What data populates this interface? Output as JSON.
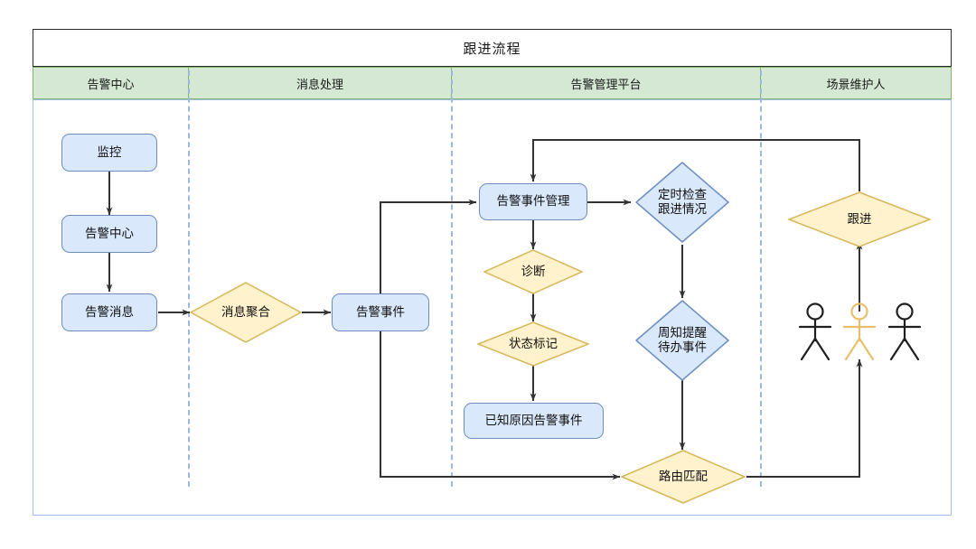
{
  "diagram": {
    "title": "跟进流程",
    "type": "swimlane-flowchart",
    "lanes": [
      {
        "id": "lane-alert-center",
        "label": "告警中心"
      },
      {
        "id": "lane-message",
        "label": "消息处理"
      },
      {
        "id": "lane-platform",
        "label": "告警管理平台"
      },
      {
        "id": "lane-maintainer",
        "label": "场景维护人"
      }
    ],
    "colors": {
      "box_fill": "#dae8fc",
      "box_stroke": "#6c8ebf",
      "decision_fill": "#fff2cc",
      "decision_stroke": "#d6b656",
      "lane_header_fill": "#d5e8d4",
      "lane_header_stroke": "#82b366",
      "lane_divider": "#9cb8e0",
      "edge": "#333333",
      "actor_highlight": "#e8bf6a",
      "actor_default": "#1f1f1f"
    },
    "nodes": [
      {
        "id": "monitor",
        "shape": "box",
        "lane": "lane-alert-center",
        "label": "监控"
      },
      {
        "id": "alert-center",
        "shape": "box",
        "lane": "lane-alert-center",
        "label": "告警中心"
      },
      {
        "id": "alert-message",
        "shape": "box",
        "lane": "lane-alert-center",
        "label": "告警消息"
      },
      {
        "id": "message-aggregate",
        "shape": "diamond",
        "lane": "lane-message",
        "label": "消息聚合"
      },
      {
        "id": "alert-event",
        "shape": "box",
        "lane": "lane-message",
        "label": "告警事件"
      },
      {
        "id": "alert-event-manage",
        "shape": "box",
        "lane": "lane-platform",
        "label": "告警事件管理"
      },
      {
        "id": "diagnose",
        "shape": "diamond",
        "lane": "lane-platform",
        "label": "诊断"
      },
      {
        "id": "status-mark",
        "shape": "diamond",
        "lane": "lane-platform",
        "label": "状态标记"
      },
      {
        "id": "known-cause-event",
        "shape": "box",
        "lane": "lane-platform",
        "label": "已知原因告警事件"
      },
      {
        "id": "scheduled-check",
        "shape": "blue-diamond",
        "lane": "lane-platform",
        "label_line1": "定时检查",
        "label_line2": "跟进情况"
      },
      {
        "id": "notify-remind",
        "shape": "blue-diamond",
        "lane": "lane-platform",
        "label_line1": "周知提醒",
        "label_line2": "待办事件"
      },
      {
        "id": "route-match",
        "shape": "diamond",
        "lane": "lane-platform",
        "label": "路由匹配"
      },
      {
        "id": "follow-up",
        "shape": "diamond",
        "lane": "lane-maintainer",
        "label": "跟进"
      }
    ],
    "actors": [
      {
        "id": "actor-left",
        "highlighted": false
      },
      {
        "id": "actor-center",
        "highlighted": true
      },
      {
        "id": "actor-right",
        "highlighted": false
      }
    ],
    "edges": [
      {
        "from": "monitor",
        "to": "alert-center"
      },
      {
        "from": "alert-center",
        "to": "alert-message"
      },
      {
        "from": "alert-message",
        "to": "message-aggregate"
      },
      {
        "from": "message-aggregate",
        "to": "alert-event"
      },
      {
        "from": "alert-event",
        "to": "alert-event-manage"
      },
      {
        "from": "alert-event",
        "to": "route-match"
      },
      {
        "from": "alert-event-manage",
        "to": "diagnose"
      },
      {
        "from": "alert-event-manage",
        "to": "scheduled-check"
      },
      {
        "from": "diagnose",
        "to": "status-mark"
      },
      {
        "from": "status-mark",
        "to": "known-cause-event"
      },
      {
        "from": "scheduled-check",
        "to": "notify-remind"
      },
      {
        "from": "notify-remind",
        "to": "route-match"
      },
      {
        "from": "route-match",
        "to": "actor-center"
      },
      {
        "from": "actor-center",
        "to": "follow-up"
      },
      {
        "from": "follow-up",
        "to": "alert-event-manage"
      }
    ]
  }
}
